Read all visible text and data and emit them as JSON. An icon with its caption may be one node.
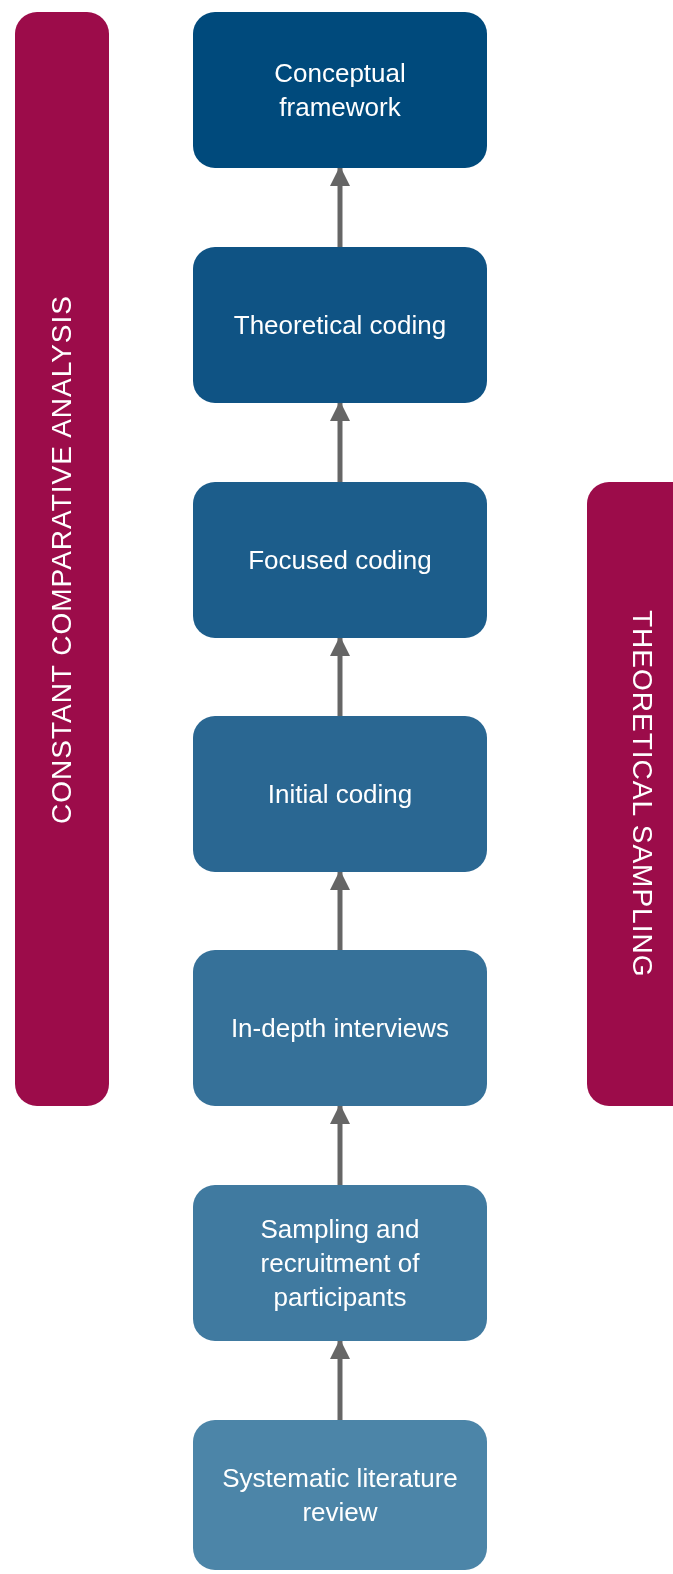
{
  "diagram": {
    "nodes": [
      {
        "text": [
          "CONSTANT COMPARATIVE ANALYSIS"
        ]
      },
      {
        "text": [
          "Conceptual framework"
        ]
      },
      {
        "text": [
          "Theoretical coding"
        ]
      },
      {
        "text": [
          "Focused coding"
        ]
      },
      {
        "text": [
          "Initial coding"
        ]
      },
      {
        "text": [
          "In-depth interviews"
        ]
      },
      {
        "text": [
          "Sampling and recruitment of participants"
        ]
      },
      {
        "text": [
          "Systematic literature review"
        ]
      },
      {
        "text": [
          "THEORETICAL SAMPLING"
        ]
      }
    ],
    "edges": [
      {
        "from": 7,
        "to": 6,
        "arrow": "to"
      },
      {
        "from": 6,
        "to": 5,
        "arrow": "to"
      },
      {
        "from": 5,
        "to": 4,
        "arrow": "to"
      },
      {
        "from": 4,
        "to": 3,
        "arrow": "to"
      },
      {
        "from": 3,
        "to": 2,
        "arrow": "to"
      },
      {
        "from": 2,
        "to": 1,
        "arrow": "to"
      }
    ]
  }
}
